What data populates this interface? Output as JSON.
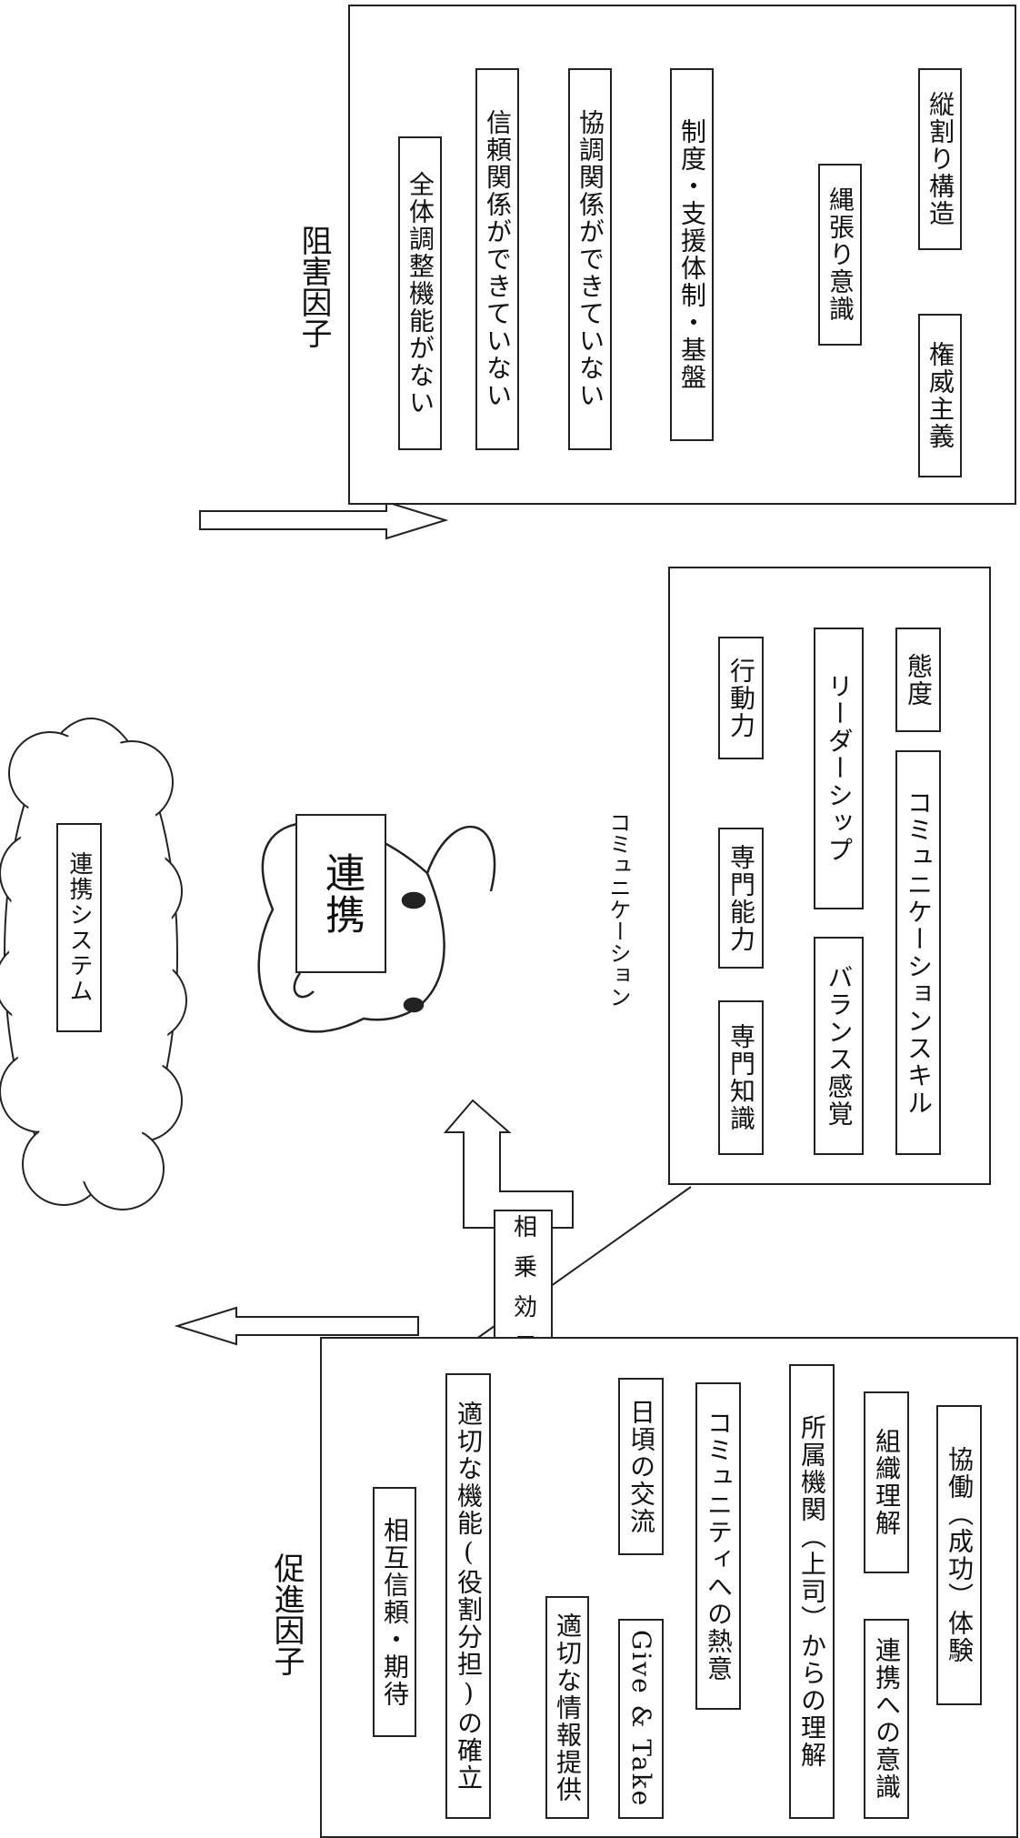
{
  "inhibiting": {
    "title": "阻害因子",
    "items": [
      "全体調整機能がない",
      "信頼関係ができていない",
      "協調関係ができていない",
      "制度・支援体制・基盤",
      "縄張り意識",
      "縦割り構造",
      "権威主義"
    ]
  },
  "center": {
    "cloud_label": "連携システム",
    "heart_label": "連携",
    "synergy_label": "相乗効果"
  },
  "communication": {
    "title": "コミュニケーション",
    "items": [
      "行動力",
      "専門能力",
      "専門知識",
      "リーダーシップ",
      "バランス感覚",
      "態度",
      "コミュニケーションスキル"
    ]
  },
  "promoting": {
    "title": "促進因子",
    "items": [
      "相互信頼・期待",
      "適切な機能(役割分担)の確立",
      "適切な情報提供",
      "日頃の交流",
      "Give & Take",
      "コミュニティへの熱意",
      "所属機関（上司）からの理解",
      "組織理解",
      "連携への意識",
      "協働（成功）体験"
    ]
  }
}
